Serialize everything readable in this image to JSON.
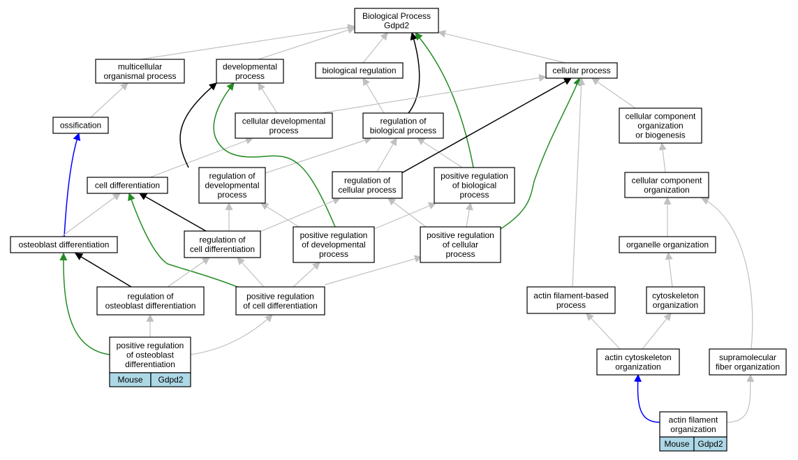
{
  "colors": {
    "gray": "#c0c0c0",
    "black": "#000000",
    "green": "#228b22",
    "blue": "#0000ff",
    "tag": "#add8e6"
  },
  "nodes": [
    {
      "id": "bp",
      "lines": [
        "Biological Process",
        "Gdpd2"
      ]
    },
    {
      "id": "mop",
      "lines": [
        "multicellular",
        "organismal process"
      ]
    },
    {
      "id": "dp",
      "lines": [
        "developmental",
        "process"
      ]
    },
    {
      "id": "br",
      "lines": [
        "biological regulation"
      ]
    },
    {
      "id": "cp",
      "lines": [
        "cellular process"
      ]
    },
    {
      "id": "oss",
      "lines": [
        "ossification"
      ]
    },
    {
      "id": "cdp",
      "lines": [
        "cellular developmental",
        "process"
      ]
    },
    {
      "id": "rbp",
      "lines": [
        "regulation of",
        "biological process"
      ]
    },
    {
      "id": "ccob",
      "lines": [
        "cellular component",
        "organization",
        "or biogenesis"
      ]
    },
    {
      "id": "cd",
      "lines": [
        "cell differentiation"
      ]
    },
    {
      "id": "rdp",
      "lines": [
        "regulation of",
        "developmental",
        "process"
      ]
    },
    {
      "id": "rcp",
      "lines": [
        "regulation of",
        "cellular process"
      ]
    },
    {
      "id": "prbp",
      "lines": [
        "positive regulation",
        "of biological",
        "process"
      ]
    },
    {
      "id": "cco",
      "lines": [
        "cellular component",
        "organization"
      ]
    },
    {
      "id": "od",
      "lines": [
        "osteoblast differentiation"
      ]
    },
    {
      "id": "rcd",
      "lines": [
        "regulation of",
        "cell differentiation"
      ]
    },
    {
      "id": "prdp",
      "lines": [
        "positive regulation",
        "of developmental",
        "process"
      ]
    },
    {
      "id": "prcp",
      "lines": [
        "positive regulation",
        "of cellular",
        "process"
      ]
    },
    {
      "id": "oo",
      "lines": [
        "organelle organization"
      ]
    },
    {
      "id": "rod",
      "lines": [
        "regulation of",
        "osteoblast differentiation"
      ]
    },
    {
      "id": "prcd",
      "lines": [
        "positive regulation",
        "of cell differentiation"
      ]
    },
    {
      "id": "afbp",
      "lines": [
        "actin filament-based",
        "process"
      ]
    },
    {
      "id": "co",
      "lines": [
        "cytoskeleton",
        "organization"
      ]
    },
    {
      "id": "prod",
      "lines": [
        "positive regulation",
        "of osteoblast",
        "differentiation"
      ],
      "tag": [
        "Mouse",
        "Gdpd2"
      ]
    },
    {
      "id": "aco",
      "lines": [
        "actin cytoskeleton",
        "organization"
      ]
    },
    {
      "id": "sfo",
      "lines": [
        "supramolecular",
        "fiber organization"
      ]
    },
    {
      "id": "afo",
      "lines": [
        "actin filament",
        "organization"
      ],
      "tag": [
        "Mouse",
        "Gdpd2"
      ]
    }
  ],
  "edges": [
    {
      "from": "mop",
      "to": "bp",
      "color": "gray"
    },
    {
      "from": "dp",
      "to": "bp",
      "color": "gray"
    },
    {
      "from": "br",
      "to": "bp",
      "color": "gray"
    },
    {
      "from": "cp",
      "to": "bp",
      "color": "gray"
    },
    {
      "from": "rbp",
      "to": "bp",
      "color": "black"
    },
    {
      "from": "prbp",
      "to": "bp",
      "color": "green"
    },
    {
      "from": "oss",
      "to": "mop",
      "color": "gray"
    },
    {
      "from": "cdp",
      "to": "dp",
      "color": "gray"
    },
    {
      "from": "cdp",
      "to": "cp",
      "color": "gray"
    },
    {
      "from": "rbp",
      "to": "br",
      "color": "gray"
    },
    {
      "from": "ccob",
      "to": "cp",
      "color": "gray"
    },
    {
      "from": "cd",
      "to": "cdp",
      "color": "gray"
    },
    {
      "from": "rdp",
      "to": "rbp",
      "color": "gray"
    },
    {
      "from": "rcp",
      "to": "rbp",
      "color": "gray"
    },
    {
      "from": "prbp",
      "to": "rbp",
      "color": "gray"
    },
    {
      "from": "rcp",
      "to": "cp",
      "color": "black"
    },
    {
      "from": "prcp",
      "to": "cp",
      "color": "green"
    },
    {
      "from": "afbp",
      "to": "cp",
      "color": "gray"
    },
    {
      "from": "cco",
      "to": "ccob",
      "color": "gray"
    },
    {
      "from": "rdp",
      "to": "dp",
      "color": "black"
    },
    {
      "from": "prdp",
      "to": "dp",
      "color": "green"
    },
    {
      "from": "od",
      "to": "oss",
      "color": "blue"
    },
    {
      "from": "od",
      "to": "cd",
      "color": "gray"
    },
    {
      "from": "rcd",
      "to": "cd",
      "color": "black"
    },
    {
      "from": "prcd",
      "to": "cd",
      "color": "green"
    },
    {
      "from": "rcd",
      "to": "rdp",
      "color": "gray"
    },
    {
      "from": "rcd",
      "to": "rcp",
      "color": "gray"
    },
    {
      "from": "prdp",
      "to": "rdp",
      "color": "gray"
    },
    {
      "from": "prdp",
      "to": "prbp",
      "color": "gray"
    },
    {
      "from": "prcp",
      "to": "rcp",
      "color": "gray"
    },
    {
      "from": "prcp",
      "to": "prbp",
      "color": "gray"
    },
    {
      "from": "oo",
      "to": "cco",
      "color": "gray"
    },
    {
      "from": "sfo",
      "to": "cco",
      "color": "gray"
    },
    {
      "from": "rod",
      "to": "od",
      "color": "black"
    },
    {
      "from": "prod",
      "to": "od",
      "color": "green"
    },
    {
      "from": "rod",
      "to": "rcd",
      "color": "gray"
    },
    {
      "from": "prcd",
      "to": "rcd",
      "color": "gray"
    },
    {
      "from": "prcd",
      "to": "prdp",
      "color": "gray"
    },
    {
      "from": "prcd",
      "to": "prcp",
      "color": "gray"
    },
    {
      "from": "co",
      "to": "oo",
      "color": "gray"
    },
    {
      "from": "prod",
      "to": "rod",
      "color": "gray"
    },
    {
      "from": "prod",
      "to": "prcd",
      "color": "gray"
    },
    {
      "from": "aco",
      "to": "afbp",
      "color": "gray"
    },
    {
      "from": "aco",
      "to": "co",
      "color": "gray"
    },
    {
      "from": "afo",
      "to": "aco",
      "color": "blue"
    },
    {
      "from": "afo",
      "to": "sfo",
      "color": "gray"
    }
  ]
}
